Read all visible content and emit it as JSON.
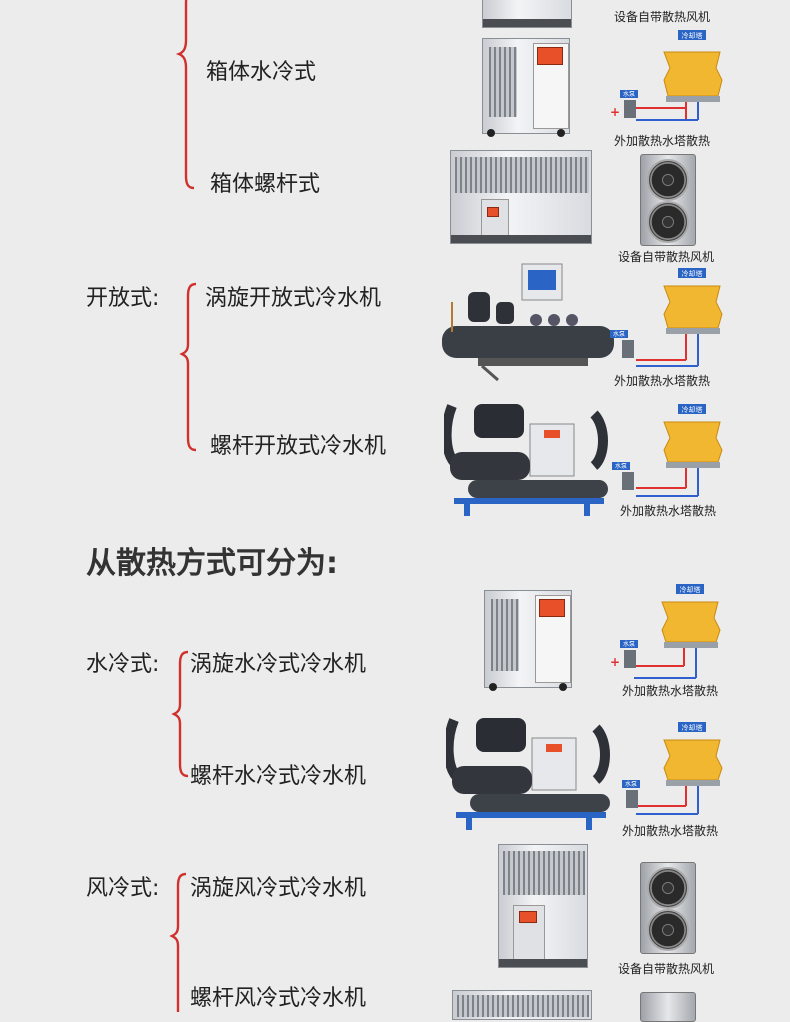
{
  "section1": {
    "items": {
      "box_water": "箱体水冷式",
      "box_screw": "箱体螺杆式"
    },
    "captions": {
      "fan_top": "设备自带散热风机",
      "tower1": "外加散热水塔散热",
      "fan2": "设备自带散热风机"
    }
  },
  "open_type": {
    "label": "开放式:",
    "items": {
      "scroll_open": "涡旋开放式冷水机",
      "screw_open": "螺杆开放式冷水机"
    },
    "captions": {
      "tower_a": "外加散热水塔散热",
      "tower_b": "外加散热水塔散热"
    }
  },
  "heading": "从散热方式可分为:",
  "water_type": {
    "label": "水冷式:",
    "items": {
      "scroll_water": "涡旋水冷式冷水机",
      "screw_water": "螺杆水冷式冷水机"
    },
    "captions": {
      "tower_a": "外加散热水塔散热",
      "tower_b": "外加散热水塔散热"
    }
  },
  "air_type": {
    "label": "风冷式:",
    "items": {
      "scroll_air": "涡旋风冷式冷水机",
      "screw_air": "螺杆风冷式冷水机"
    },
    "captions": {
      "fan": "设备自带散热风机"
    }
  },
  "labels": {
    "tower_tag": "冷却塔",
    "pump_tag": "水泵",
    "plus": "+",
    "minus": "-"
  },
  "colors": {
    "brace": "#d0312d",
    "tower": "#f2b730",
    "pipe_red": "#e03030",
    "pipe_blue": "#3060d0",
    "screen": "#e8502a",
    "tag_bg": "#2a64c4"
  }
}
